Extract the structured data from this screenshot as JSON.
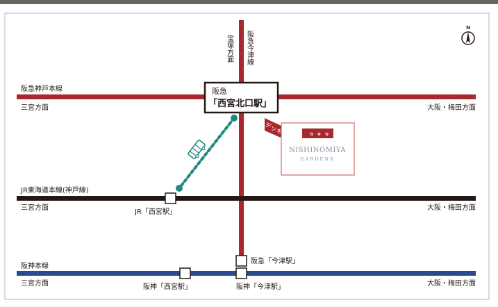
{
  "map": {
    "north_label": "N",
    "stations": {
      "nishinomiya_kitaguchi": {
        "operator": "阪急",
        "name": "「西宮北口駅」"
      },
      "jr_nishinomiya": "JR「西宮駅」",
      "hankyu_imazu": "阪急「今津駅」",
      "hanshin_nishinomiya": "阪神「西宮駅」",
      "hanshin_imazu": "阪神「今津駅」"
    },
    "lines": {
      "hankyu_kobe": {
        "name": "阪急神戸本線",
        "west": "三宮方面",
        "east": "大阪・梅田方面",
        "color": "#a8282e"
      },
      "hankyu_imazu": {
        "name": "阪急今津線",
        "north": "宝塚方面",
        "color": "#a8282e"
      },
      "jr_tokaido": {
        "name": "JR東海道本線(神戸線)",
        "west": "三宮方面",
        "east": "大阪・梅田方面",
        "color": "#231815"
      },
      "hanshin_main": {
        "name": "阪神本線",
        "west": "三宮方面",
        "east": "大阪・梅田方面",
        "color": "#2a4a8f"
      }
    },
    "deck_label": "デッキ",
    "gardens": {
      "name": "NISHINOMIYA",
      "subtitle": "GARDENS"
    },
    "colors": {
      "bus_route": "#1e8a80",
      "gardens_border": "#c0504d",
      "gardens_text": "#8a8fa3"
    }
  }
}
